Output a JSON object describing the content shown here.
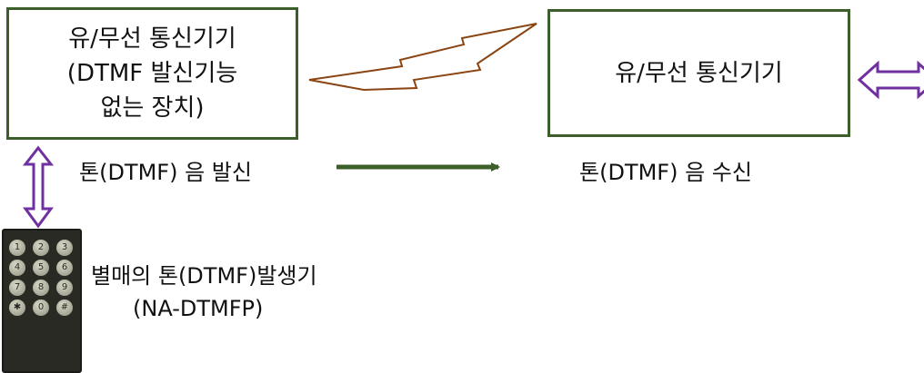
{
  "left_device": {
    "lines": [
      "유/무선 통신기기",
      "(DTMF 발신기능",
      "없는 장치)"
    ]
  },
  "right_device": {
    "title": "유/무선 통신기기"
  },
  "labels": {
    "tone_send": "톤(DTMF) 음 발신",
    "tone_receive": "톤(DTMF) 음 수신",
    "generator_name": "별매의 톤(DTMF)발생기",
    "generator_model": "(NA-DTMFP)"
  },
  "keypad": {
    "keys": [
      "1",
      "2",
      "3",
      "4",
      "5",
      "6",
      "7",
      "8",
      "9",
      "✱",
      "0",
      "#"
    ]
  },
  "colors": {
    "box_border": "#3b5e2b",
    "arrow_green": "#3b5e2b",
    "double_arrow_purple": "#7030a0",
    "lightning_brown": "#8b4513"
  }
}
